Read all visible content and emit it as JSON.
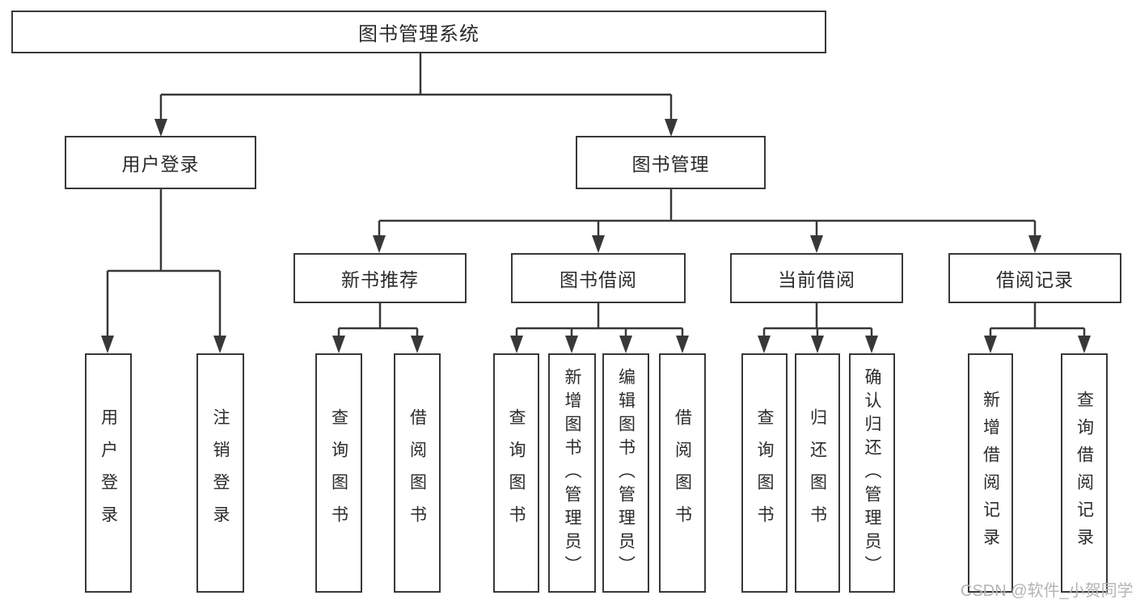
{
  "diagram": {
    "root": {
      "label": "图书管理系统"
    },
    "level2": [
      {
        "label": "用户登录"
      },
      {
        "label": "图书管理"
      }
    ],
    "level3": [
      {
        "label": "新书推荐"
      },
      {
        "label": "图书借阅"
      },
      {
        "label": "当前借阅"
      },
      {
        "label": "借阅记录"
      }
    ],
    "leaves": {
      "user": [
        "用户登录",
        "注销登录"
      ],
      "recommend": [
        "查询图书",
        "借阅图书"
      ],
      "borrow": [
        "查询图书",
        "新增图书（管理员）",
        "编辑图书（管理员）",
        "借阅图书"
      ],
      "current": [
        "查询图书",
        "归还图书",
        "确认归还（管理员）"
      ],
      "records": [
        "新增借阅记录",
        "查询借阅记录"
      ]
    }
  },
  "watermark": {
    "text": "CSDN @软件_小贺同学"
  },
  "colors": {
    "line": "#383838",
    "text": "#2b2b2b",
    "watermark": "#b4b4b4",
    "background": "#ffffff"
  }
}
